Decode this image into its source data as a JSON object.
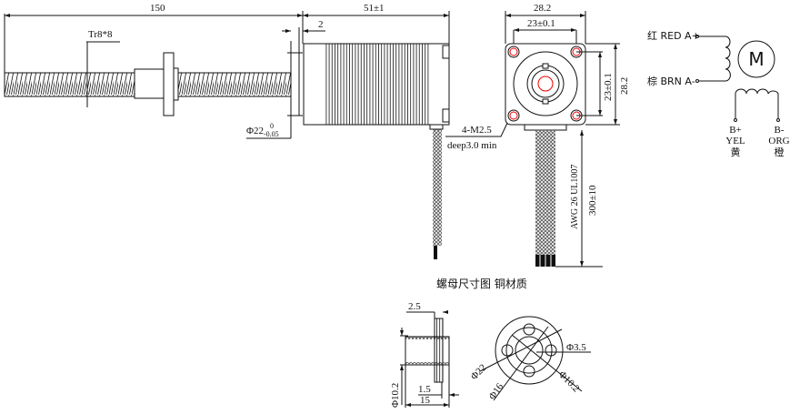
{
  "side_view": {
    "overall_length": "150",
    "motor_length": "51±1",
    "flange_thickness": "2",
    "thread_spec": "Tr8*8",
    "pilot_diameter": "Φ22",
    "pilot_tol_upper": "0",
    "pilot_tol_lower": "-0.05",
    "hole_spec": "4-M2.5",
    "hole_depth": "deep3.0 min"
  },
  "front_view": {
    "width": "28.2",
    "hole_spacing_h": "23±0.1",
    "hole_spacing_v": "23±0.1",
    "height": "28.2",
    "wire_spec": "AWG 26 UL1007",
    "wire_length": "300±10"
  },
  "schematic": {
    "a_plus": "红 RED A+",
    "a_minus": "棕 BRN A-",
    "motor_symbol": "M",
    "b_plus": [
      "B+",
      "YEL",
      "黄"
    ],
    "b_minus": [
      "B-",
      "ORG",
      "橙"
    ]
  },
  "nut": {
    "caption": "螺母尺寸图 铜材质",
    "flange_width": "2.5",
    "shoulder": "1.5",
    "length": "15",
    "bore": "Φ10.2",
    "flange_dia": "Φ22",
    "pcd": "Φ16",
    "hole_dia": "Φ3.5",
    "bore_front": "Φ10.2"
  },
  "colors": {
    "line": "#111111",
    "highlight": "#e00000"
  }
}
